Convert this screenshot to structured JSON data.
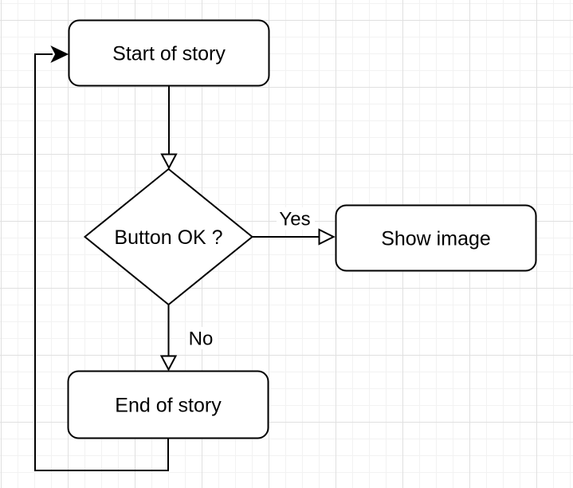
{
  "diagram": {
    "type": "flowchart",
    "colors": {
      "stroke": "#000000",
      "node_fill": "#ffffff",
      "text": "#000000",
      "canvas_bg": "#ffffff",
      "grid_minor": "#f2f2f2",
      "grid_major": "#e0e0e0"
    },
    "nodes": {
      "start": {
        "shape": "rounded-rectangle",
        "label": "Start of story"
      },
      "decision": {
        "shape": "diamond",
        "label": "Button OK ?"
      },
      "show_image": {
        "shape": "rounded-rectangle",
        "label": "Show image"
      },
      "end": {
        "shape": "rounded-rectangle",
        "label": "End of story"
      }
    },
    "edges": {
      "start_to_decision": {
        "from": "start",
        "to": "decision",
        "label": "",
        "arrowhead": "open"
      },
      "decision_to_show_image": {
        "from": "decision",
        "to": "show_image",
        "label": "Yes",
        "arrowhead": "open"
      },
      "decision_to_end": {
        "from": "decision",
        "to": "end",
        "label": "No",
        "arrowhead": "open"
      },
      "end_to_start": {
        "from": "end",
        "to": "start",
        "label": "",
        "arrowhead": "filled"
      }
    }
  }
}
